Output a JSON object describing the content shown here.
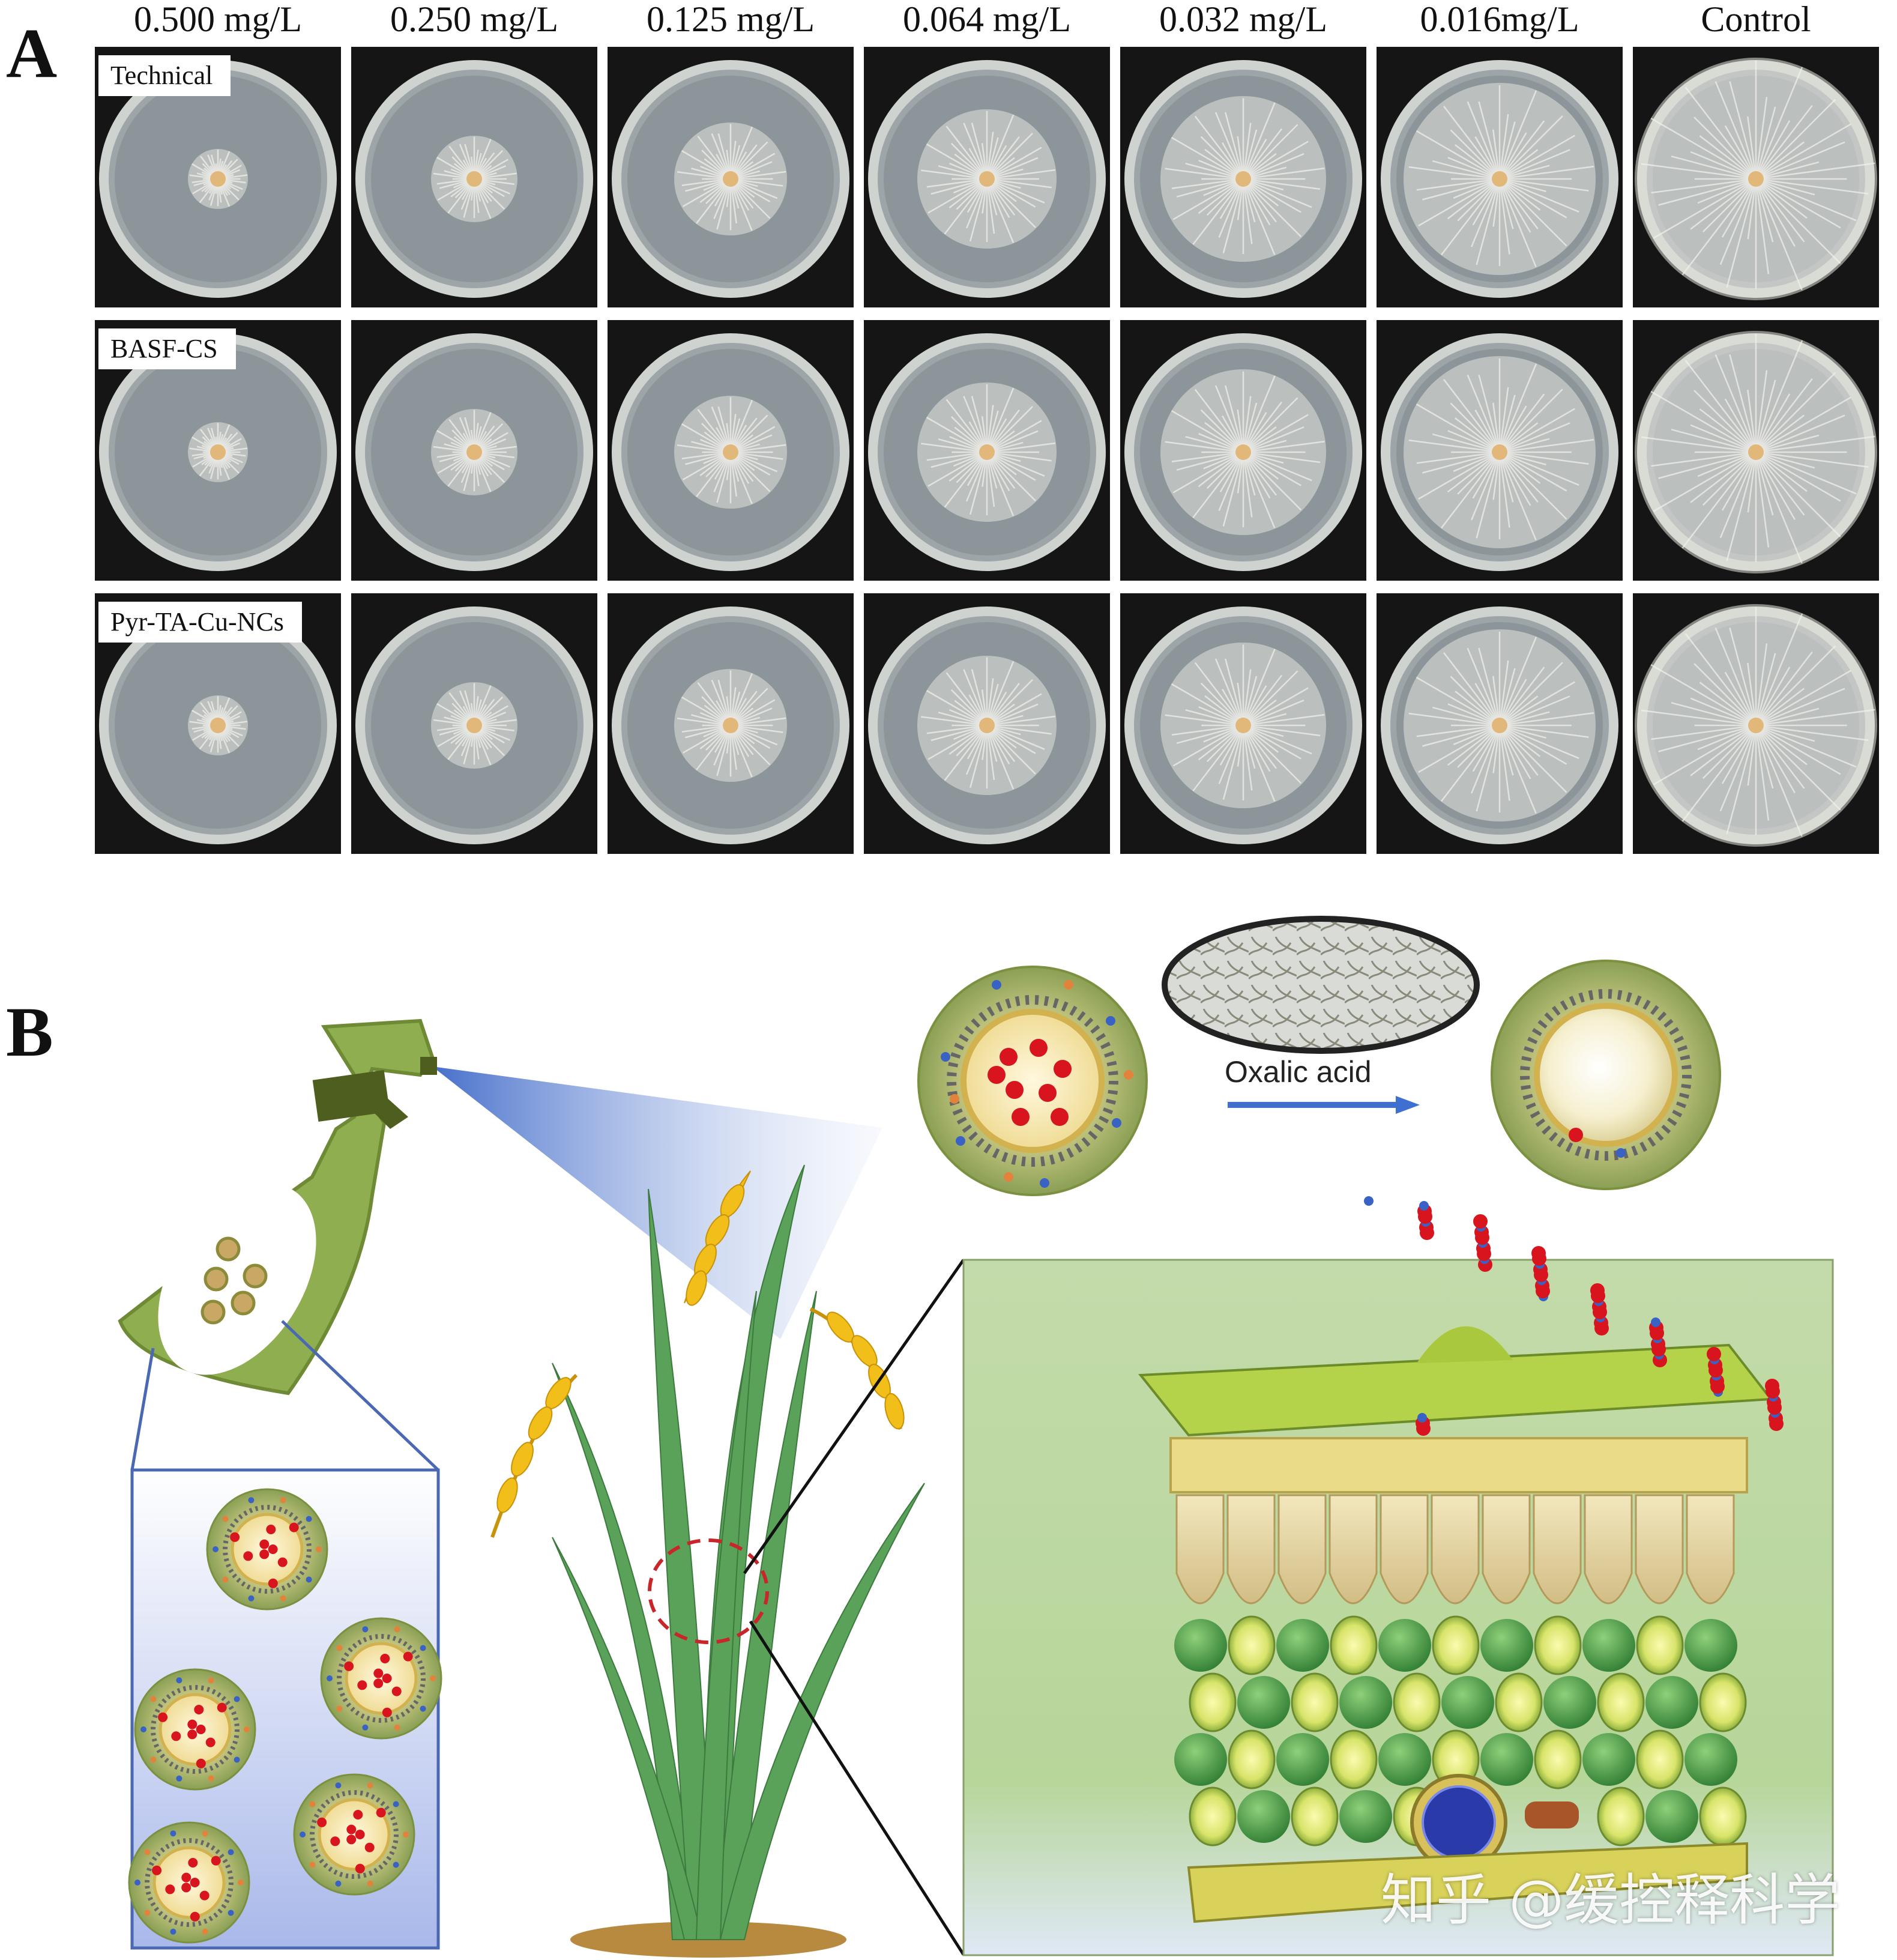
{
  "panel_a": {
    "letter": "A",
    "concentrations": [
      "0.500 mg/L",
      "0.250 mg/L",
      "0.125 mg/L",
      "0.064 mg/L",
      "0.032 mg/L",
      "0.016mg/L",
      "Control"
    ],
    "rows": [
      {
        "label": "Technical"
      },
      {
        "label": "BASF-CS"
      },
      {
        "label": "Pyr-TA-Cu-NCs"
      }
    ]
  },
  "panel_b": {
    "letter": "B",
    "arrow_label": "Oxalic acid"
  },
  "watermark": "知乎 @缓控释科学",
  "colors": {
    "plate_bg": "#151515",
    "bottle": "#8fae50",
    "leaf_green": "#5aa25a",
    "drug_red": "#d8141e",
    "drug_blue": "#3a62c4",
    "arrow_blue": "#3f6fd1"
  }
}
